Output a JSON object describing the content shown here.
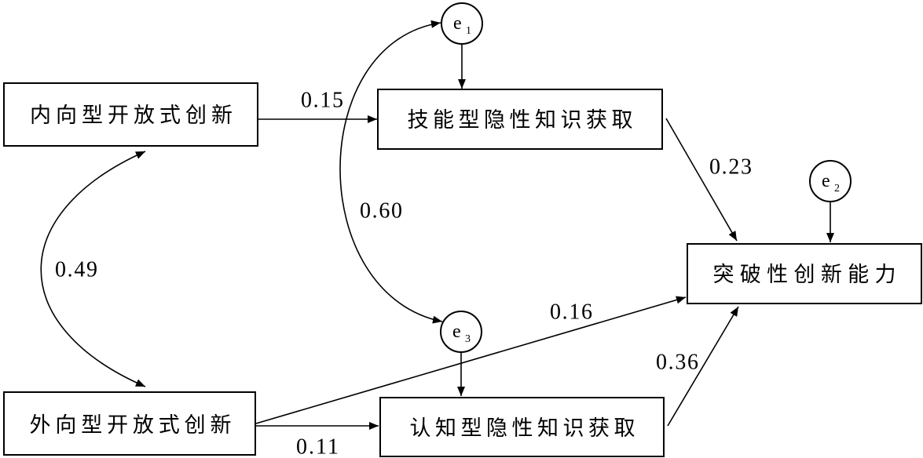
{
  "nodes": {
    "inward_open_innovation": "内向型开放式创新",
    "skill_tacit_knowledge": "技能型隐性知识获取",
    "radical_innovation": "突破性创新能力",
    "outward_open_innovation": "外向型开放式创新",
    "cognitive_tacit_knowledge": "认知型隐性知识获取"
  },
  "error_terms": {
    "e1": {
      "symbol": "e",
      "index": "1"
    },
    "e2": {
      "symbol": "e",
      "index": "2"
    },
    "e3": {
      "symbol": "e",
      "index": "3"
    }
  },
  "coefficients": {
    "inward_to_skill": "0.15",
    "skill_to_radical": "0.23",
    "e1_e3_correlation": "0.60",
    "inward_outward_correlation": "0.49",
    "outward_to_radical": "0.16",
    "cognitive_to_radical": "0.36",
    "outward_to_cognitive": "0.11"
  }
}
